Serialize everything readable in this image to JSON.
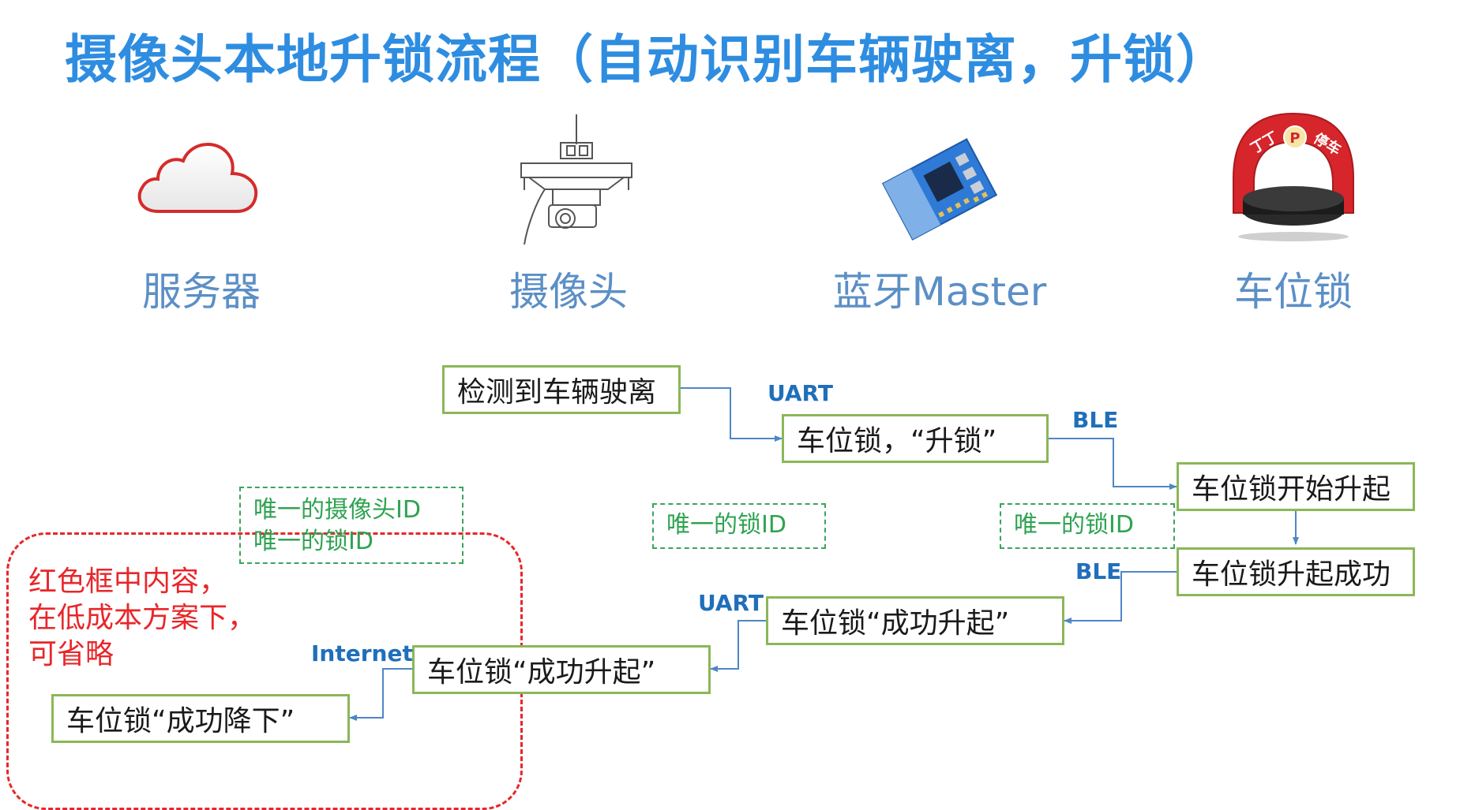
{
  "title": "摄像头本地升锁流程（自动识别车辆驶离，升锁）",
  "actors": {
    "server": {
      "label": "服务器",
      "icon": "cloud-icon"
    },
    "camera": {
      "label": "摄像头",
      "icon": "camera-icon"
    },
    "bluetooth": {
      "label": "蓝牙Master",
      "icon": "bluetooth-module-icon"
    },
    "lock": {
      "label": "车位锁",
      "icon": "parking-lock-icon",
      "logo_text": "丁丁停车"
    }
  },
  "steps": {
    "detect": "检测到车辆驶离",
    "lock_up_cmd": "车位锁，“升锁”",
    "lock_start": "车位锁开始升起",
    "lock_success": "车位锁升起成功",
    "bt_report": "车位锁“成功升起”",
    "cam_report": "车位锁“成功升起”",
    "server_report": "车位锁“成功降下”"
  },
  "protocols": {
    "uart_1": "UART",
    "ble_1": "BLE",
    "ble_2": "BLE",
    "uart_2": "UART",
    "internet": "Internet"
  },
  "notes": {
    "camera_id_line1": "唯一的摄像头ID",
    "camera_id_line2": "唯一的锁ID",
    "lock_id_mid": "唯一的锁ID",
    "lock_id_right": "唯一的锁ID"
  },
  "red_note": {
    "line1": "红色框中内容，",
    "line2": "在低成本方案下，",
    "line3": "可省略"
  },
  "colors": {
    "title": "#2e8de0",
    "actor_label": "#5b8fc6",
    "box_border": "#8bb758",
    "connector": "#4f86c6",
    "note": "#2ea351",
    "protocol": "#1f6fba",
    "red": "#e8262a"
  }
}
